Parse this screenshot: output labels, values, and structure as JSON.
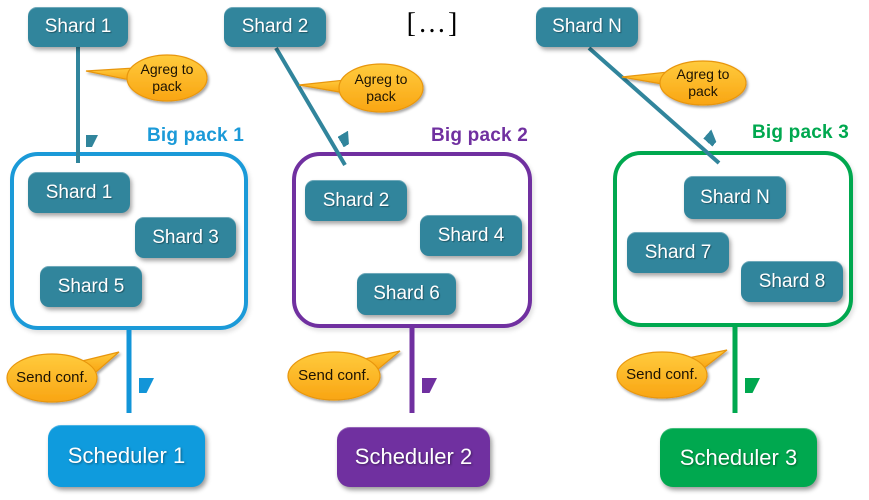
{
  "colors": {
    "teal": "#31859C",
    "blue": "#1B9AD8",
    "scheduler_blue": "#0F9BDD",
    "purple": "#7030A0",
    "green": "#00A84F",
    "callout_orange": "#FFC000"
  },
  "top_row": {
    "shards": [
      "Shard 1",
      "Shard 2",
      "Shard N"
    ],
    "ellipsis": "[…]"
  },
  "callouts": {
    "agreg": [
      "Agreg to pack",
      "Agreg to pack",
      "Agreg to pack"
    ],
    "send": [
      "Send conf.",
      "Send conf.",
      "Send conf."
    ]
  },
  "packs": [
    {
      "title": "Big pack 1",
      "shards": [
        "Shard 1",
        "Shard 3",
        "Shard 5"
      ],
      "scheduler": "Scheduler 1"
    },
    {
      "title": "Big pack 2",
      "shards": [
        "Shard 2",
        "Shard 4",
        "Shard 6"
      ],
      "scheduler": "Scheduler 2"
    },
    {
      "title": "Big pack 3",
      "shards": [
        "Shard N",
        "Shard 7",
        "Shard 8"
      ],
      "scheduler": "Scheduler 3"
    }
  ]
}
